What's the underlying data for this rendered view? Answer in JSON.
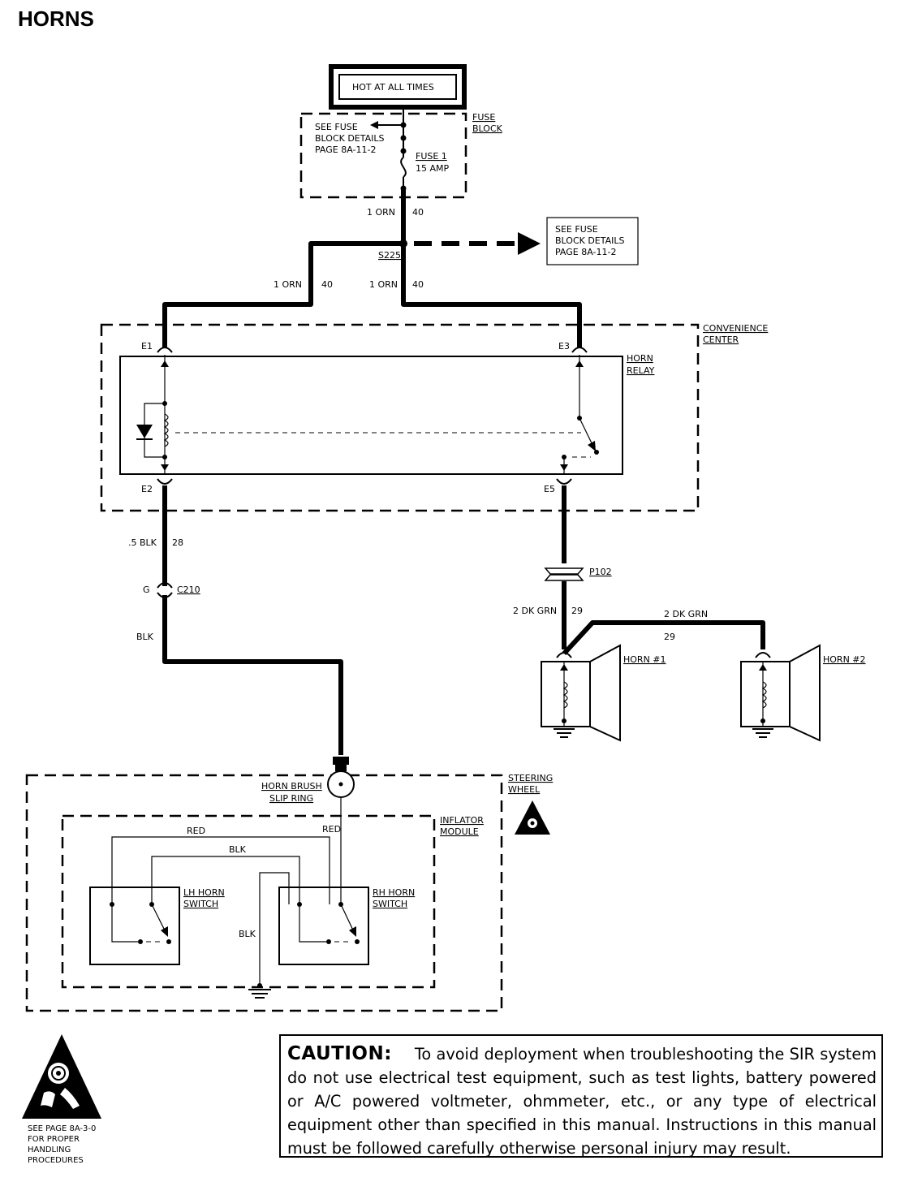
{
  "title": "HORNS",
  "hot_label": "HOT AT ALL TIMES",
  "fuse_block": {
    "label_line1": "FUSE",
    "label_line2": "BLOCK",
    "note": [
      "SEE FUSE",
      "BLOCK DETAILS",
      "PAGE 8A-11-2"
    ],
    "fuse_name": "FUSE 1",
    "fuse_rating": "15 AMP"
  },
  "splice": "S225",
  "splice_note": [
    "SEE FUSE",
    "BLOCK DETAILS",
    "PAGE 8A-11-2"
  ],
  "wires": {
    "w_fuse_out": {
      "color": "1 ORN",
      "circuit": "40"
    },
    "w_left": {
      "color": "1 ORN",
      "circuit": "40"
    },
    "w_right": {
      "color": "1 ORN",
      "circuit": "40"
    },
    "w_e2": {
      "color": ".5 BLK",
      "circuit": "28"
    },
    "w_blk": {
      "color": "BLK"
    },
    "w_horn1": {
      "color": "2 DK GRN",
      "circuit": "29"
    },
    "w_horn2": {
      "color": "2 DK GRN",
      "circuit": "29"
    }
  },
  "convenience_center": {
    "line1": "CONVENIENCE",
    "line2": "CENTER"
  },
  "horn_relay": {
    "line1": "HORN",
    "line2": "RELAY"
  },
  "terminals": {
    "e1": "E1",
    "e2": "E2",
    "e3": "E3",
    "e5": "E5"
  },
  "connectors": {
    "c210_pin": "G",
    "c210": "C210",
    "p102": "P102"
  },
  "horns": {
    "horn1": "HORN #1",
    "horn2": "HORN #2"
  },
  "steering_wheel": {
    "line1": "STEERING",
    "line2": "WHEEL"
  },
  "horn_brush": {
    "line1": "HORN BRUSH",
    "line2": "SLIP RING"
  },
  "inflator_module": {
    "line1": "INFLATOR",
    "line2": "MODULE"
  },
  "module_wires": {
    "red_left": "RED",
    "red_right": "RED",
    "blk_top": "BLK",
    "blk_ground": "BLK"
  },
  "switches": {
    "lh": {
      "line1": "LH HORN",
      "line2": "SWITCH"
    },
    "rh": {
      "line1": "RH HORN",
      "line2": "SWITCH"
    }
  },
  "caution": {
    "heading": "CAUTION:",
    "text": "To avoid deployment when troubleshooting the SIR system do not use electrical test equipment, such as test lights, battery powered or A/C powered voltmeter, ohmmeter, etc., or any type of electrical equipment other than specified in this manual.  Instructions in this manual must be followed carefully otherwise personal injury may result."
  },
  "handling_note": [
    "SEE PAGE 8A-3-0",
    "FOR PROPER",
    "HANDLING",
    "PROCEDURES"
  ]
}
